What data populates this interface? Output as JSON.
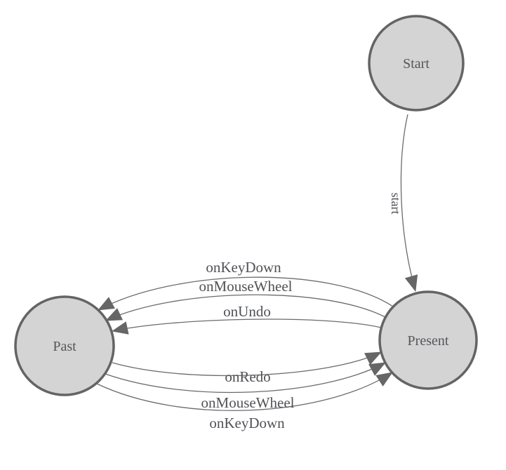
{
  "diagram": {
    "type": "state-machine",
    "background_color": "#ffffff",
    "node_fill_color": "#d4d4d4",
    "node_border_color": "#646464",
    "edge_line_color": "#6b6b6b",
    "arrowhead_color": "#666666",
    "label_color": "#505256",
    "nodes": [
      {
        "id": "start",
        "label": "Start"
      },
      {
        "id": "present",
        "label": "Present"
      },
      {
        "id": "past",
        "label": "Past"
      }
    ],
    "edges": [
      {
        "from": "start",
        "to": "present",
        "label": "start"
      },
      {
        "from": "present",
        "to": "past",
        "label": "onKeyDown"
      },
      {
        "from": "present",
        "to": "past",
        "label": "onMouseWheel"
      },
      {
        "from": "present",
        "to": "past",
        "label": "onUndo"
      },
      {
        "from": "past",
        "to": "present",
        "label": "onRedo"
      },
      {
        "from": "past",
        "to": "present",
        "label": "onMouseWheel"
      },
      {
        "from": "past",
        "to": "present",
        "label": "onKeyDown"
      }
    ]
  }
}
